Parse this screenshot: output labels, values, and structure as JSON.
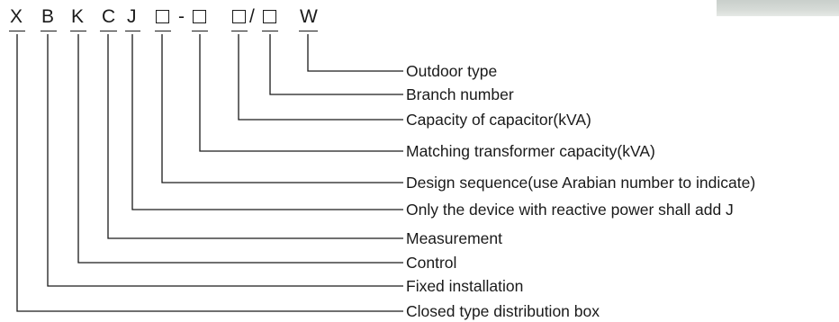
{
  "model_code": {
    "c1": "X",
    "c2": "B",
    "c3": "K",
    "c4": "C",
    "c5": "J",
    "dash": "-",
    "slash": "/",
    "c_last": "W"
  },
  "descriptions": [
    "Outdoor type",
    "Branch number",
    "Capacity of capacitor(kVA)",
    "Matching transformer capacity(kVA)",
    "Design sequence(use Arabian number to indicate)",
    "Only the device with reactive power shall add J",
    "Measurement",
    "Control",
    "Fixed installation",
    "Closed type distribution box"
  ]
}
